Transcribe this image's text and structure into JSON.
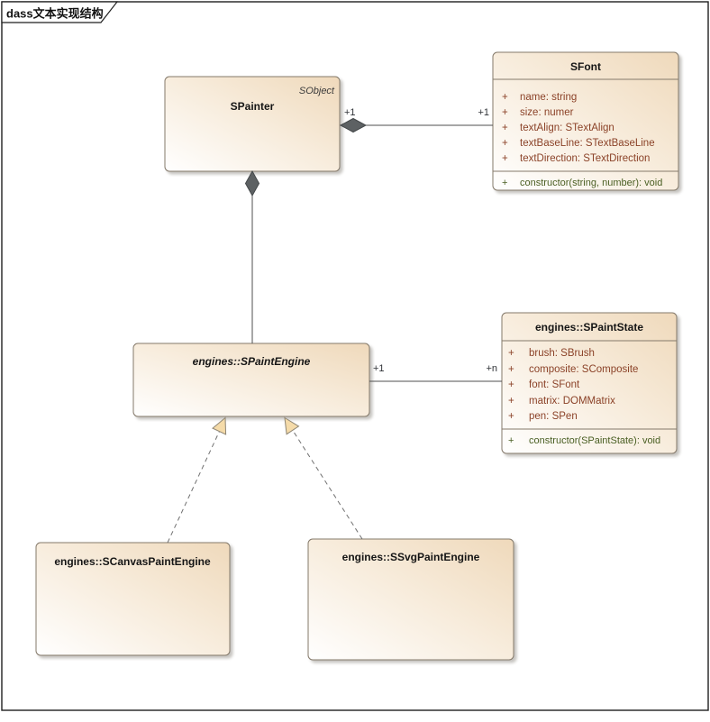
{
  "frame": {
    "tab_label": "dass文本实现结构"
  },
  "classes": {
    "spainter": {
      "name": "SPainter",
      "annotation": "SObject"
    },
    "sfont": {
      "name": "SFont",
      "attributes": [
        {
          "vis": "+",
          "text": "name: string"
        },
        {
          "vis": "+",
          "text": "size: numer"
        },
        {
          "vis": "+",
          "text": "textAlign: STextAlign"
        },
        {
          "vis": "+",
          "text": "textBaseLine: STextBaseLine"
        },
        {
          "vis": "+",
          "text": "textDirection: STextDirection"
        }
      ],
      "operations": [
        {
          "vis": "+",
          "text": "constructor(string, number): void"
        }
      ]
    },
    "spaintengine": {
      "name": "engines::SPaintEngine",
      "abstract": true
    },
    "spaintstate": {
      "name": "engines::SPaintState",
      "attributes": [
        {
          "vis": "+",
          "text": "brush: SBrush"
        },
        {
          "vis": "+",
          "text": "composite: SComposite"
        },
        {
          "vis": "+",
          "text": "font: SFont"
        },
        {
          "vis": "+",
          "text": "matrix: DOMMatrix"
        },
        {
          "vis": "+",
          "text": "pen: SPen"
        }
      ],
      "operations": [
        {
          "vis": "+",
          "text": "constructor(SPaintState): void"
        }
      ]
    },
    "scanvaspaintengine": {
      "name": "engines::SCanvasPaintEngine"
    },
    "ssvgpaintengine": {
      "name": "engines::SSvgPaintEngine"
    }
  },
  "connectors": {
    "spainter_sfont": {
      "type": "composition",
      "source_label": "+1",
      "target_label": "+1"
    },
    "spainter_spaintengine": {
      "type": "composition"
    },
    "spaintengine_spaintstate": {
      "type": "association",
      "source_label": "+1",
      "target_label": "+n"
    },
    "scanvas_to_spaintengine": {
      "type": "realization"
    },
    "ssvg_to_spaintengine": {
      "type": "realization"
    }
  },
  "colors": {
    "attribute_text": "#8B4228",
    "operation_text": "#4A5F23",
    "class_fill_light": "#FFFFFF",
    "class_fill_tan": "#EFD9BB",
    "class_border": "#84796A",
    "composition_diamond": "#5D6163",
    "generalization_arrow_fill": "#F5DBA9",
    "line": "#4F4F4F",
    "frame_border": "#1F1F1F"
  }
}
